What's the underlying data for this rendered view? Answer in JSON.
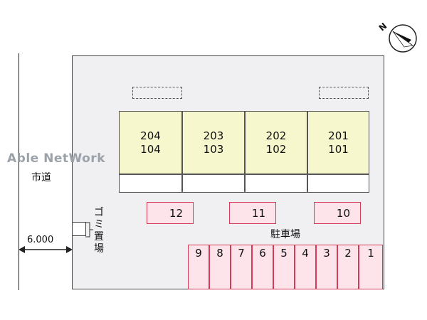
{
  "watermark": "Able NetWork",
  "road_label": "市道",
  "road_width": "6.000",
  "garbage_label": [
    "ゴ",
    "ミ",
    "置",
    "場"
  ],
  "parking_label": "駐車場",
  "north_marker": "N",
  "units": [
    {
      "upper": "204",
      "lower": "104"
    },
    {
      "upper": "203",
      "lower": "103"
    },
    {
      "upper": "202",
      "lower": "102"
    },
    {
      "upper": "201",
      "lower": "101"
    }
  ],
  "upper_parking": [
    "12",
    "11",
    "10"
  ],
  "lower_parking": [
    "9",
    "8",
    "7",
    "6",
    "5",
    "4",
    "3",
    "2",
    "1"
  ],
  "colors": {
    "building": "#f6f7cc",
    "parking": "#fde3ea",
    "parking_border": "#d53a56",
    "lot": "#f0f0f2"
  }
}
